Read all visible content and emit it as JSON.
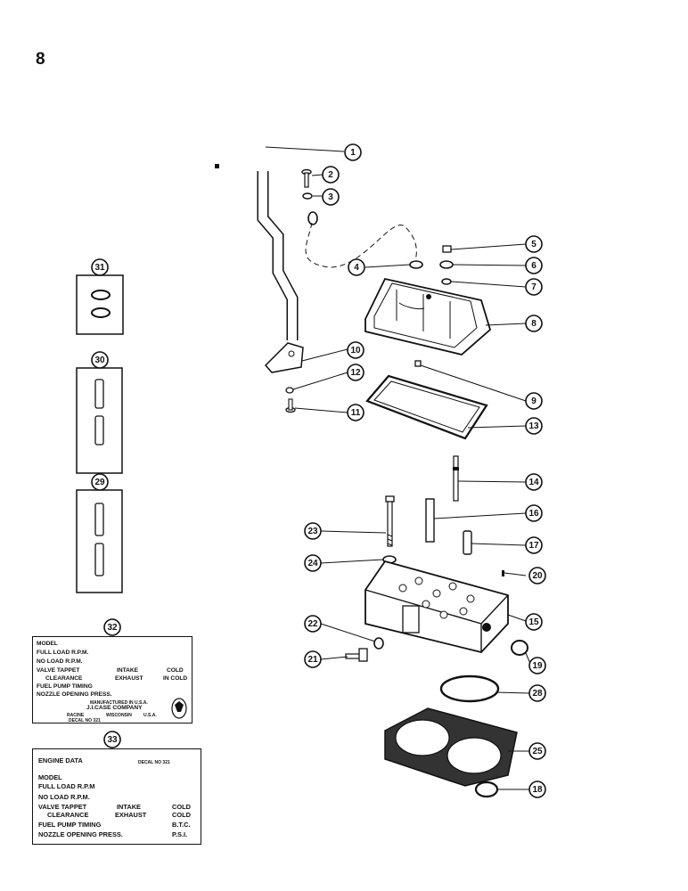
{
  "page_number": "8",
  "callouts": [
    "1",
    "2",
    "3",
    "4",
    "5",
    "6",
    "7",
    "8",
    "9",
    "10",
    "11",
    "12",
    "13",
    "14",
    "15",
    "16",
    "17",
    "18",
    "19",
    "20",
    "21",
    "22",
    "23",
    "24",
    "25",
    "28",
    "29",
    "30",
    "31",
    "32",
    "33"
  ],
  "decal_32": {
    "model": "MODEL",
    "full_load": "FULL LOAD R.P.M.",
    "no_load": "NO LOAD R.P.M.",
    "valve_tappet": "VALVE TAPPET",
    "intake": "INTAKE",
    "cold": "COLD",
    "clearance": "CLEARANCE",
    "exhaust": "EXHAUST",
    "in_cold": "IN COLD",
    "fuel_pump": "FUEL PUMP TIMING",
    "nozzle": "NOZZLE OPENING PRESS.",
    "manufactured": "MANUFACTURED IN U.S.A.",
    "company": "J.I.CASE COMPANY",
    "racine": "RACINE",
    "wisconsin": "WISCONSIN",
    "usa": "U.S.A.",
    "decal_no": "DECAL NO 321"
  },
  "decal_33": {
    "engine_data": "ENGINE DATA",
    "decal_no": "DECAL NO 321",
    "model": "MODEL",
    "full_load": "FULL LOAD R.P.M",
    "no_load": "NO LOAD R.P.M.",
    "valve_tappet": "VALVE TAPPET",
    "intake": "INTAKE",
    "cold_1": "COLD",
    "clearance": "CLEARANCE",
    "exhaust": "EXHAUST",
    "cold_2": "COLD",
    "fuel_pump": "FUEL PUMP TIMING",
    "btc": "B.T.C.",
    "nozzle": "NOZZLE OPENING PRESS.",
    "psi": "P.S.I."
  }
}
